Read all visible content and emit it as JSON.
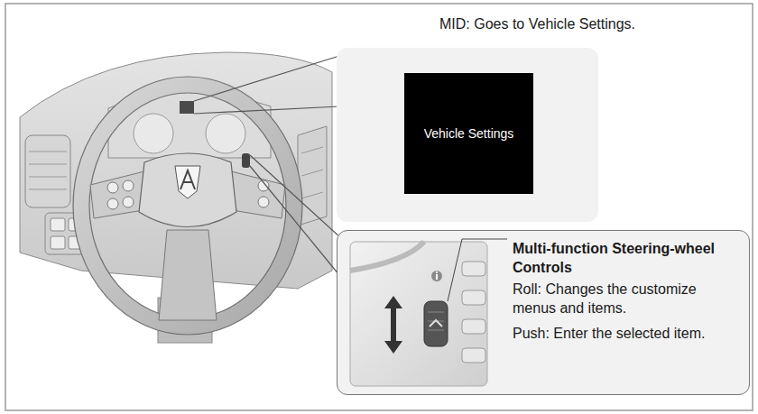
{
  "diagram": {
    "title": "MID: Goes to Vehicle Settings.",
    "nodes": [
      {
        "text": [
          "Vehicle Settings"
        ]
      },
      {
        "text": [
          "Multi-function Steering-wheel Controls",
          "Roll: Changes the customize menus and items.",
          "Push: Enter the selected item."
        ]
      }
    ]
  }
}
